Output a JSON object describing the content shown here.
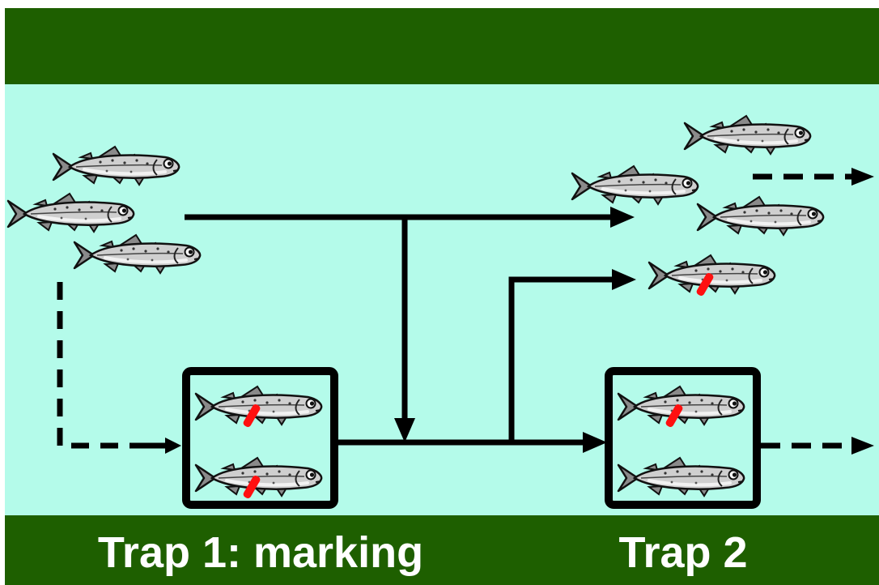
{
  "colors": {
    "bank": "#1e5f00",
    "water": "#b4fbea",
    "fish_body": "#cfcfcf",
    "fish_outline": "#111111",
    "tag": "#ff1010",
    "arrow": "#000000",
    "trap_border": "#000000",
    "label_text": "#ffffff"
  },
  "labels": {
    "trap1": "Trap 1: marking",
    "trap2": "Trap 2"
  },
  "icons": {
    "fish": "fish-icon",
    "tag": "tag-mark",
    "arrow": "arrow-head"
  },
  "fish": {
    "upstream_school": {
      "count": 3,
      "tagged": 0
    },
    "trap1_contents": {
      "count": 2,
      "tagged": 2
    },
    "released_after_trap1": {
      "count": 4,
      "tagged": 1
    },
    "trap2_contents": {
      "count": 2,
      "tagged": 1
    }
  }
}
